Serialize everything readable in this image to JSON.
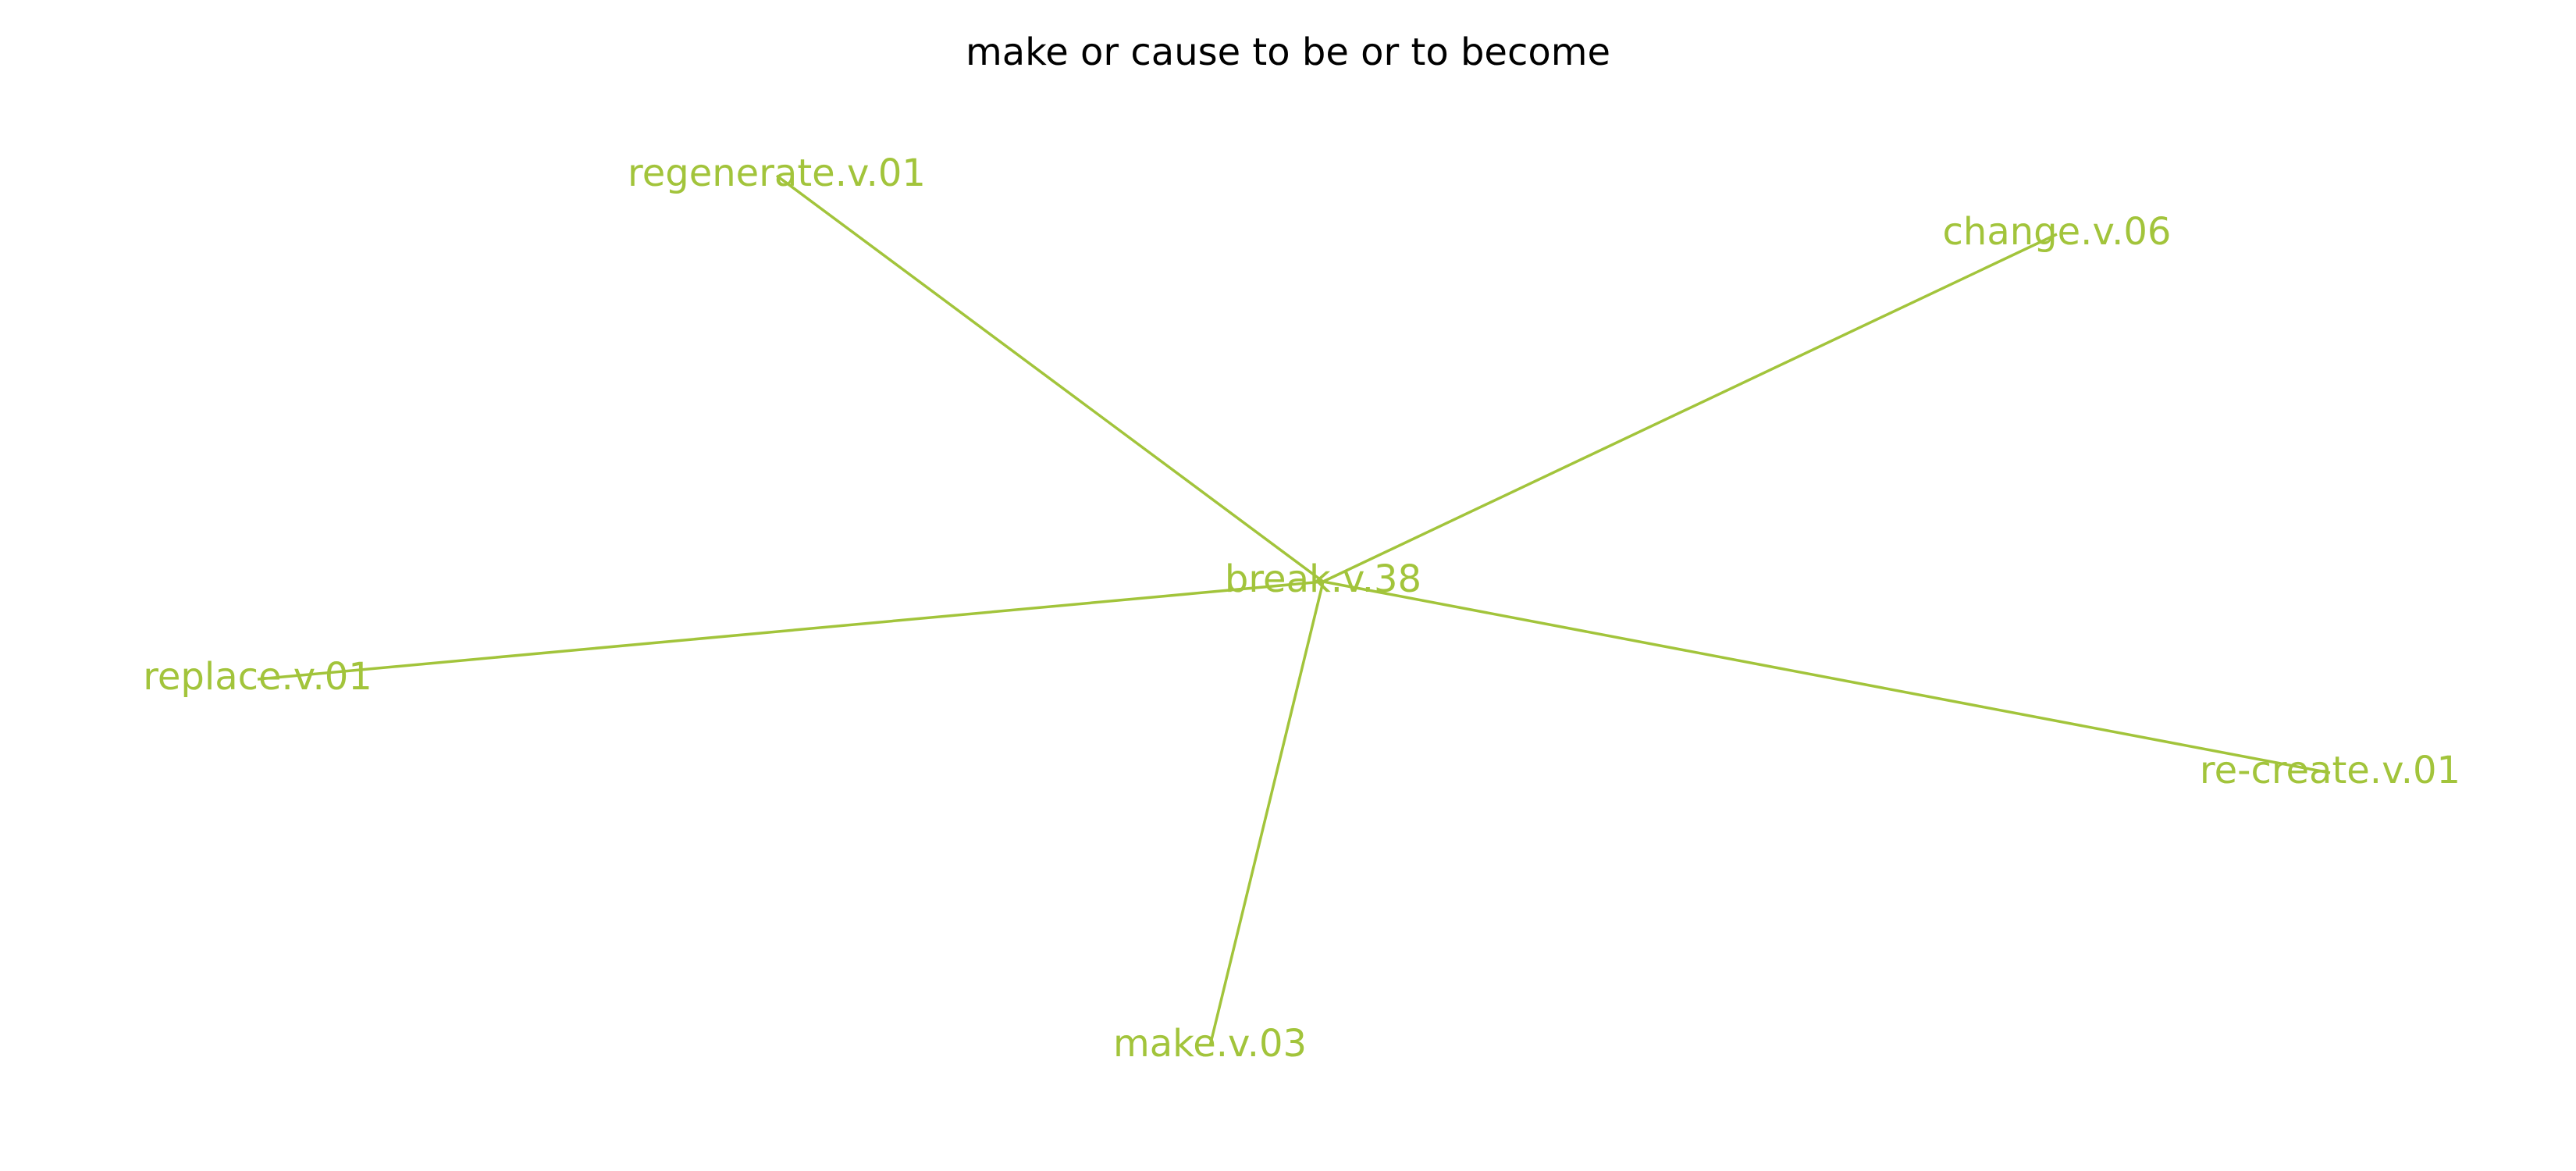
{
  "title": "make or cause to be or to become",
  "colors": {
    "node": "#a2c43b",
    "edge": "#a2c43b",
    "title": "#000000",
    "background": "#ffffff"
  },
  "graph": {
    "center": "break.v.38",
    "nodes": [
      "break.v.38",
      "regenerate.v.01",
      "change.v.06",
      "replace.v.01",
      "re-create.v.01",
      "make.v.03"
    ],
    "edges": [
      [
        "break.v.38",
        "regenerate.v.01"
      ],
      [
        "break.v.38",
        "change.v.06"
      ],
      [
        "break.v.38",
        "replace.v.01"
      ],
      [
        "break.v.38",
        "re-create.v.01"
      ],
      [
        "break.v.38",
        "make.v.03"
      ]
    ]
  }
}
